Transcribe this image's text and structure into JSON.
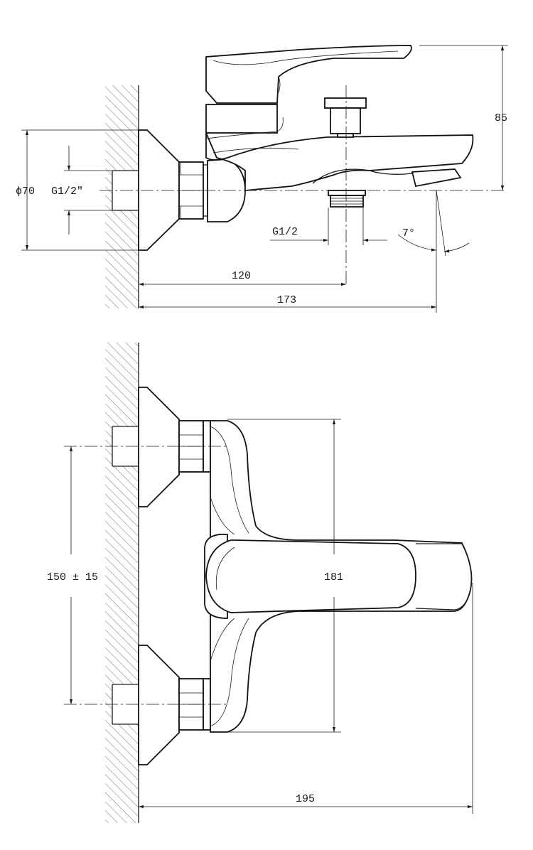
{
  "side_view": {
    "dim_height": "85",
    "dim_flange_diameter": "ϕ70",
    "dim_inlet_thread": "G1/2\"",
    "dim_outlet_thread": "G1/2",
    "dim_spout_angle": "7°",
    "dim_inlet_to_outlet": "120",
    "dim_total_depth": "173"
  },
  "top_view": {
    "dim_center_distance": "150 ± 15",
    "dim_body_width": "181",
    "dim_total_depth": "195"
  }
}
